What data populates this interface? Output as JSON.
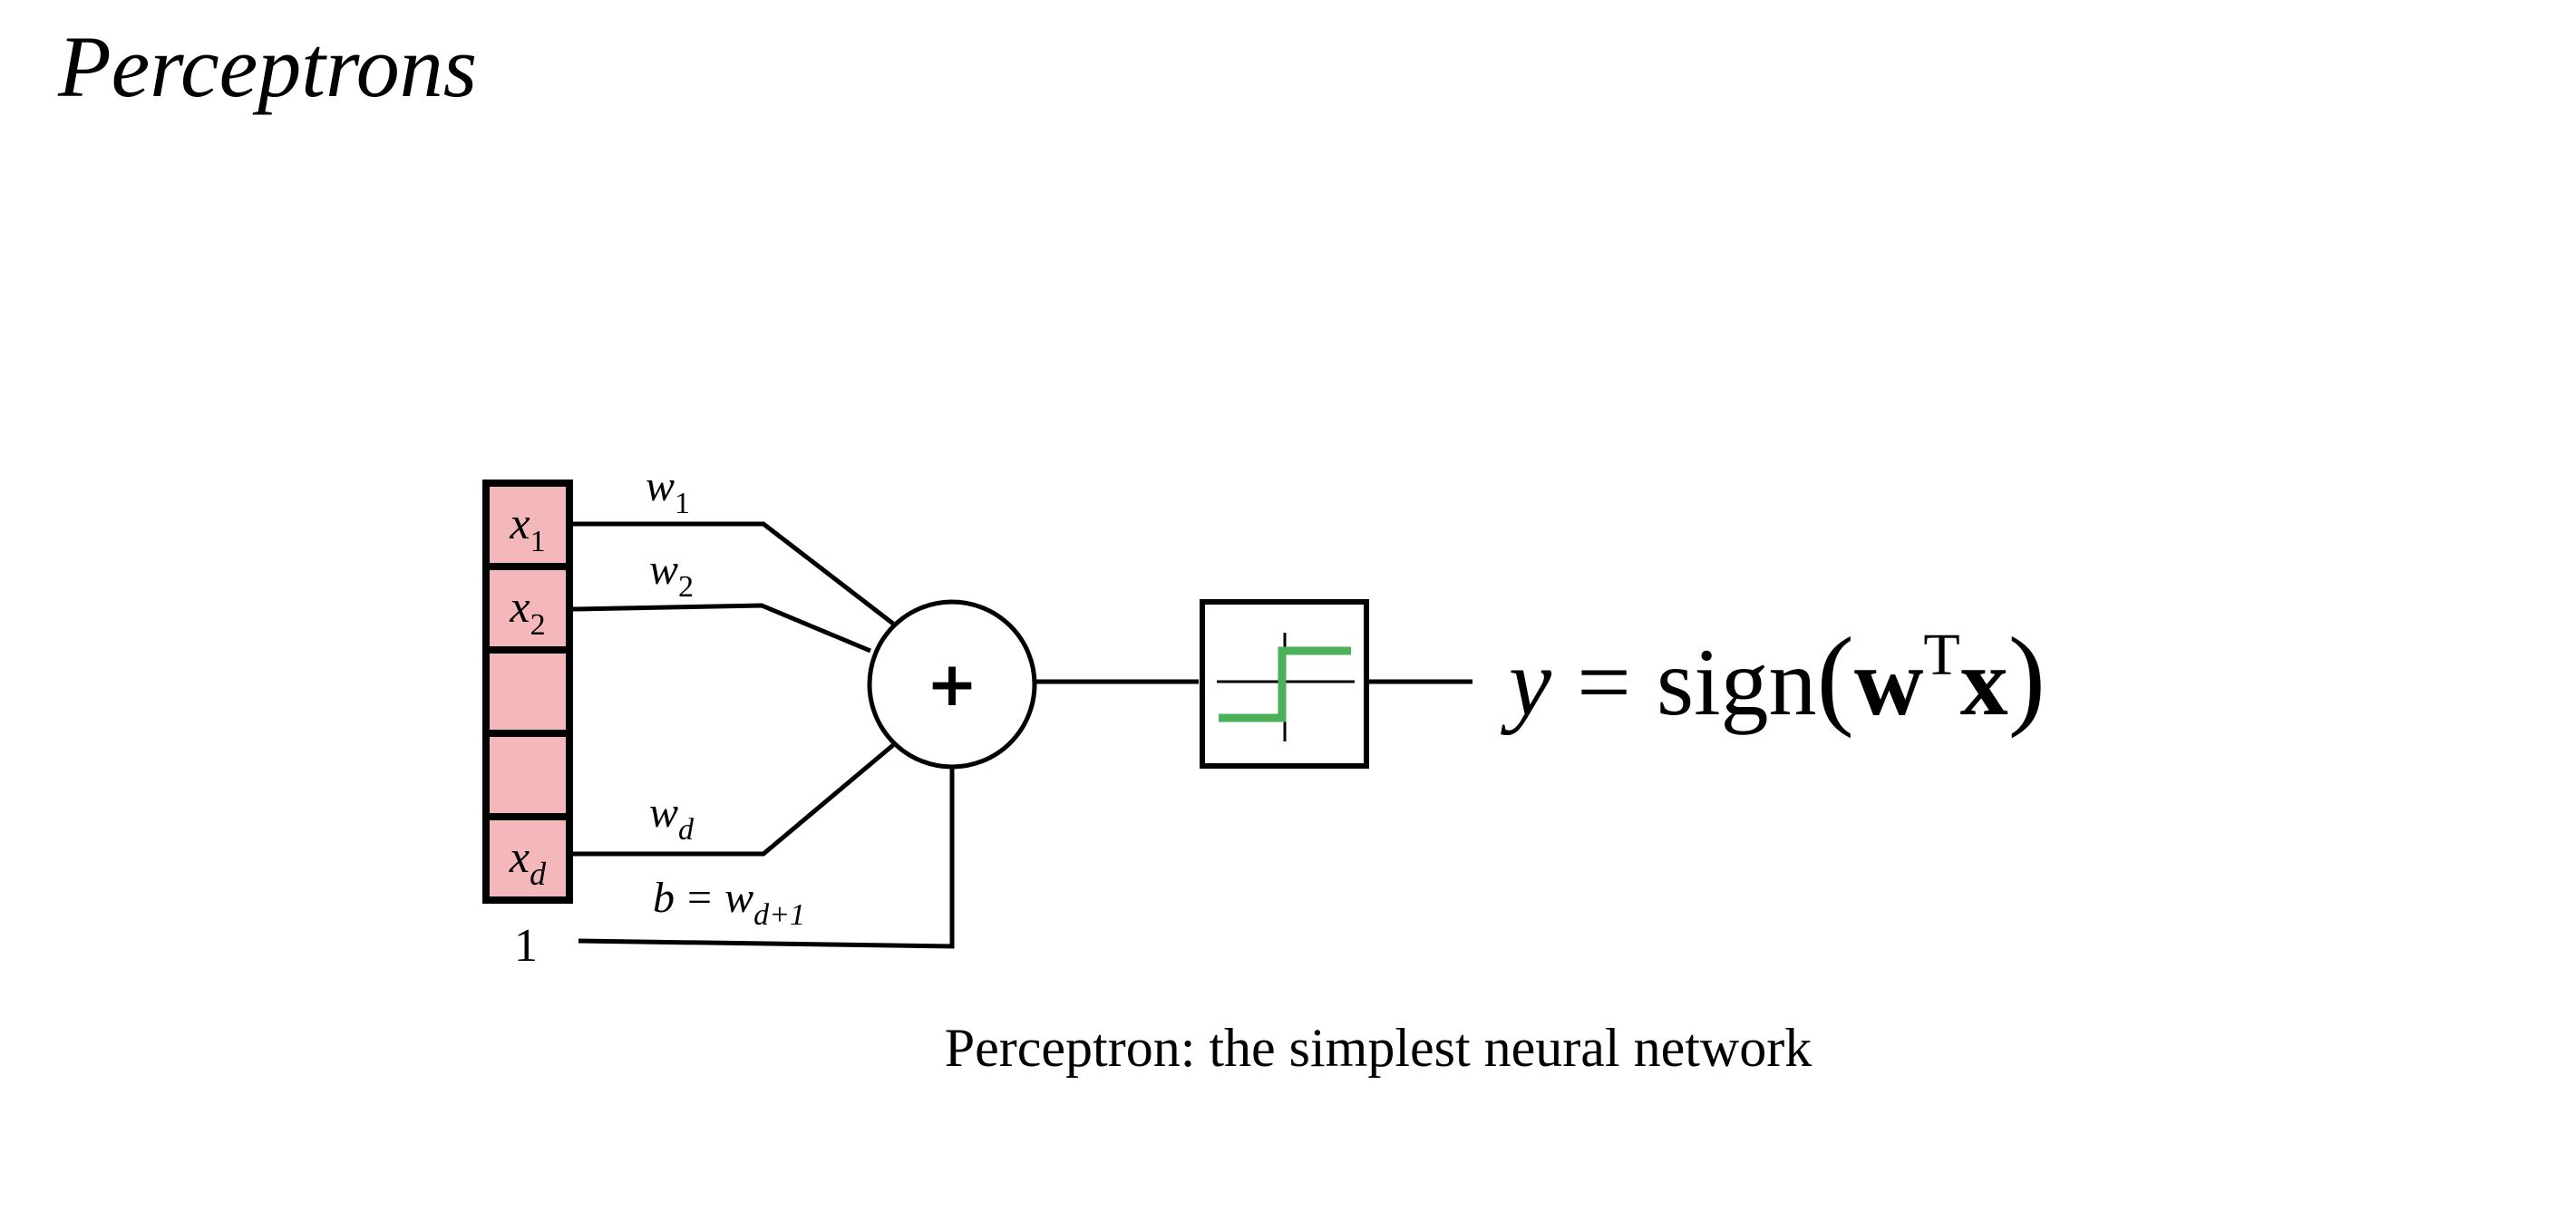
{
  "title": "Perceptrons",
  "caption": "Perceptron: the simplest neural network",
  "colors": {
    "input_fill": "#f4b8bb",
    "step_green": "#4caf5a",
    "stroke": "#000000"
  },
  "inputs": {
    "x1": {
      "base": "x",
      "sub": "1"
    },
    "x2": {
      "base": "x",
      "sub": "2"
    },
    "xd": {
      "base": "x",
      "sub": "d"
    },
    "bias_input": "1"
  },
  "weights": {
    "w1": {
      "base": "w",
      "sub": "1"
    },
    "w2": {
      "base": "w",
      "sub": "2"
    },
    "wd": {
      "base": "w",
      "sub": "d"
    },
    "bias": {
      "lhs": "b",
      "eq": "=",
      "base": "w",
      "sub": "d+1"
    }
  },
  "sum_node": {
    "symbol": "+"
  },
  "activation": {
    "icon": "step-function-icon"
  },
  "output_formula": {
    "y": "y",
    "eq": "=",
    "func": "sign",
    "open": "(",
    "w": "w",
    "sup": "T",
    "x": "x",
    "close": ")"
  }
}
